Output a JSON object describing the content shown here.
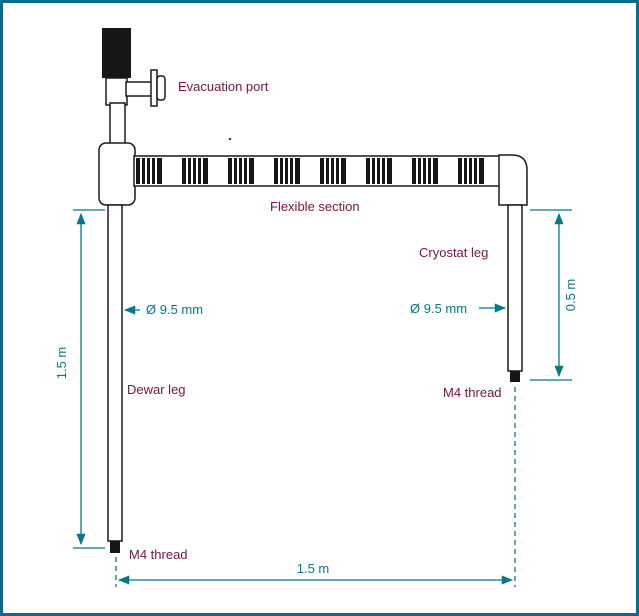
{
  "figure": {
    "title": "cryogen-transfer-line-diagram",
    "colors": {
      "border": "#0a6b8c",
      "label": "#7c1245",
      "dimension": "#00798c",
      "line": "#1a1a1a"
    },
    "labels": {
      "evacuation_port": "Evacuation port",
      "flexible_section": "Flexible section",
      "cryostat_leg": "Cryostat leg",
      "dewar_leg": "Dewar leg",
      "diameter_left": "Ø 9.5 mm",
      "diameter_right": "Ø 9.5 mm",
      "m4_thread_left": "M4 thread",
      "m4_thread_right": "M4 thread"
    },
    "dimensions": {
      "dewar_leg_length": "1.5 m",
      "cryostat_leg_length": "0.5 m",
      "leg_spacing": "1.5 m"
    }
  }
}
